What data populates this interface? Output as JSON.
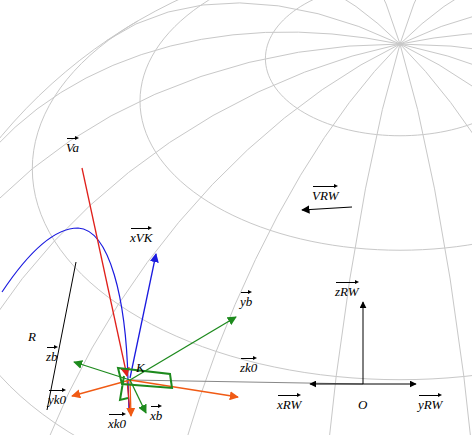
{
  "diagram": {
    "labels": [
      "Va",
      "xVK",
      "VRW",
      "yb",
      "zRW",
      "zb",
      "K",
      "zk0",
      "yk0",
      "xRW",
      "O",
      "yRW",
      "R",
      "xk0",
      "xb"
    ]
  }
}
